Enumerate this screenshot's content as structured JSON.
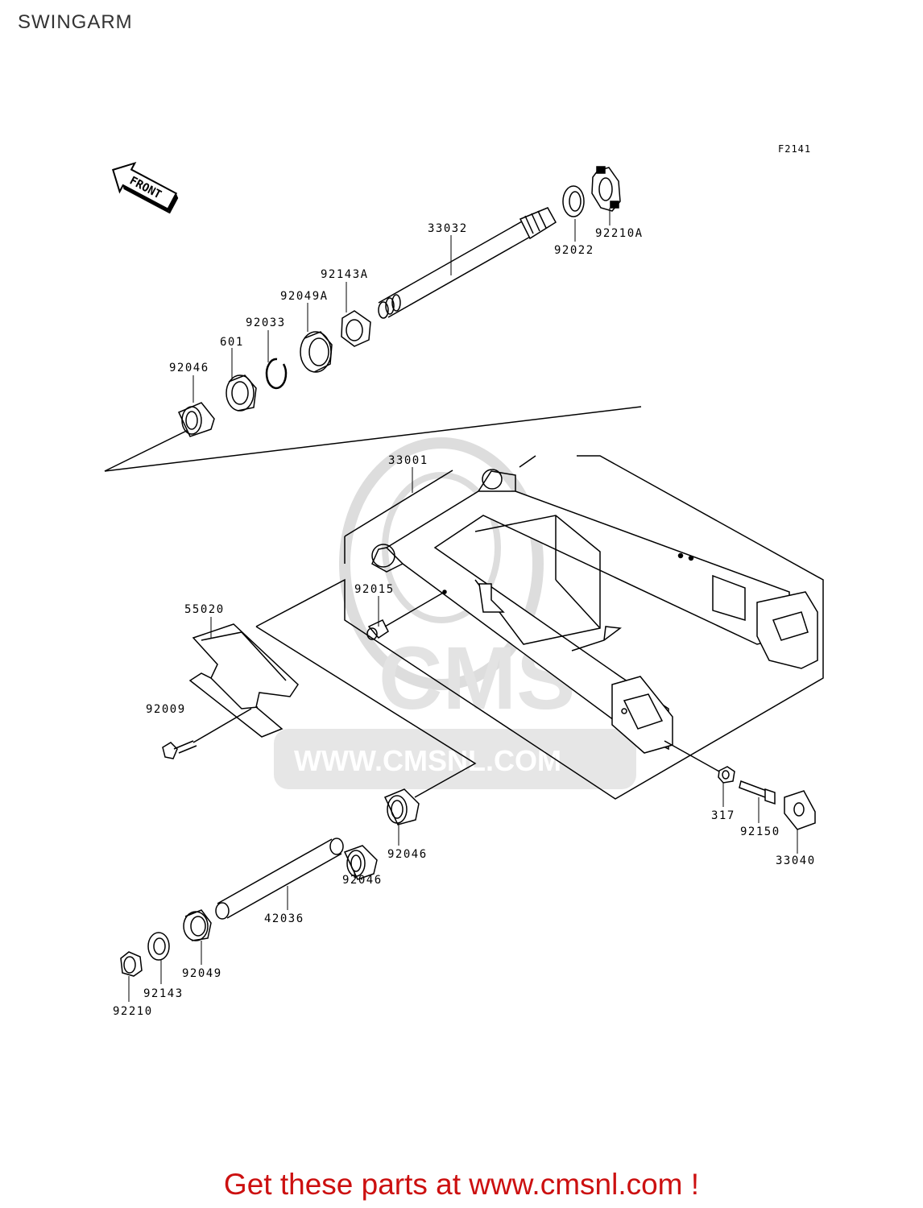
{
  "page": {
    "title": "SWINGARM",
    "figure_code": "F2141"
  },
  "front_arrow": {
    "label": "FRONT"
  },
  "watermark": {
    "logo": "CMS",
    "url": "WWW.CMSNL.COM"
  },
  "parts": [
    {
      "id": "p-33032",
      "label": "33032"
    },
    {
      "id": "p-92022",
      "label": "92022"
    },
    {
      "id": "p-92210A",
      "label": "92210A"
    },
    {
      "id": "p-92143A",
      "label": "92143A"
    },
    {
      "id": "p-92049A",
      "label": "92049A"
    },
    {
      "id": "p-92033",
      "label": "92033"
    },
    {
      "id": "p-601",
      "label": "601"
    },
    {
      "id": "p-92046-top",
      "label": "92046"
    },
    {
      "id": "p-33001",
      "label": "33001"
    },
    {
      "id": "p-92015",
      "label": "92015"
    },
    {
      "id": "p-55020",
      "label": "55020"
    },
    {
      "id": "p-92009",
      "label": "92009"
    },
    {
      "id": "p-317",
      "label": "317"
    },
    {
      "id": "p-92150",
      "label": "92150"
    },
    {
      "id": "p-33040",
      "label": "33040"
    },
    {
      "id": "p-92046-a",
      "label": "92046"
    },
    {
      "id": "p-92046-b",
      "label": "92046"
    },
    {
      "id": "p-42036",
      "label": "42036"
    },
    {
      "id": "p-92049",
      "label": "92049"
    },
    {
      "id": "p-92143",
      "label": "92143"
    },
    {
      "id": "p-92210",
      "label": "92210"
    }
  ],
  "footer": {
    "text": "Get these parts at www.cmsnl.com !"
  },
  "colors": {
    "line": "#000000",
    "footer": "#cc1010",
    "watermark": "#d9d9d9"
  }
}
